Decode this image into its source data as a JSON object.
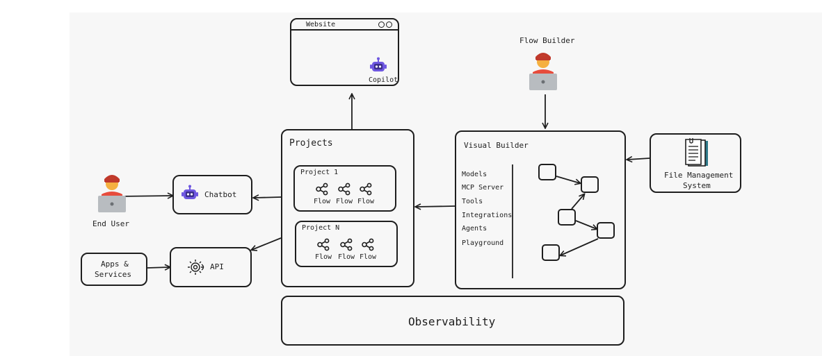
{
  "website": {
    "title": "Website",
    "copilot_label": "Copilot"
  },
  "flow_builder": {
    "label": "Flow Builder"
  },
  "projects": {
    "title": "Projects",
    "groups": [
      {
        "title": "Project 1",
        "flows": [
          "Flow",
          "Flow",
          "Flow"
        ]
      },
      {
        "title": "Project N",
        "flows": [
          "Flow",
          "Flow",
          "Flow"
        ]
      }
    ]
  },
  "visual_builder": {
    "title": "Visual Builder",
    "menu": [
      "Models",
      "MCP Server",
      "Tools",
      "Integrations",
      "Agents",
      "Playground"
    ]
  },
  "file_management": {
    "label_line1": "File Management",
    "label_line2": "System"
  },
  "end_user": {
    "label": "End User"
  },
  "chatbot": {
    "label": "Chatbot"
  },
  "apps_services": {
    "line1": "Apps &",
    "line2": "Services"
  },
  "api": {
    "label": "API"
  },
  "observability": {
    "label": "Observability"
  },
  "colors": {
    "robot": "#6e57e0",
    "skin": "#f5b041",
    "hair": "#c0392b",
    "shirt": "#e74c3c",
    "laptop": "#b8bcc0"
  }
}
